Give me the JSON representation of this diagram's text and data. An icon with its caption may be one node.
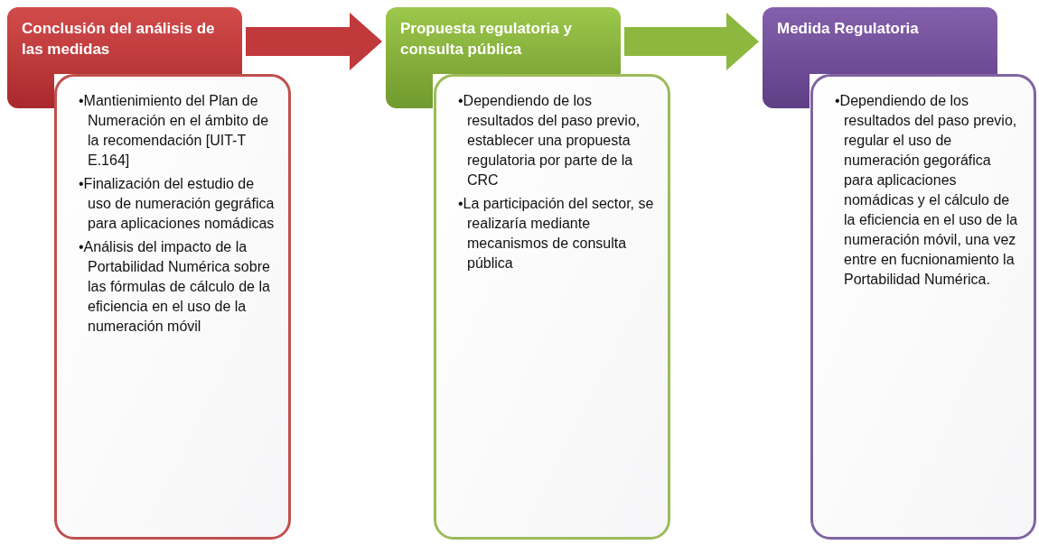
{
  "diagram": {
    "nodes": [
      {
        "text": [
          "Conclusión del análisis de las medidas"
        ]
      },
      {
        "text": [
          "•Mantienimiento del Plan de Numeración en el ámbito de la recomendación [UIT-T E.164]",
          "•Finalización del estudio de uso de numeración gegráfica para aplicaciones nomádicas",
          "•Análisis del impacto de la Portabilidad Numérica sobre las fórmulas de cálculo de la eficiencia en el uso de la numeración móvil"
        ]
      },
      {
        "text": [
          "Propuesta regulatoria y consulta pública"
        ]
      },
      {
        "text": [
          "•Dependiendo de los resultados del paso previo, establecer una propuesta regulatoria por parte de la CRC",
          "•La participación del sector, se realizaría mediante mecanismos de consulta pública"
        ]
      },
      {
        "text": [
          "Medida Regulatoria"
        ]
      },
      {
        "text": [
          "•Dependiendo de los resultados del paso previo,  regular el uso de numeración gegoráfica para aplicaciones nomádicas y el cálculo de la eficiencia en el uso de la numeración móvil, una vez entre en fucnionamiento la Portabilidad Numérica."
        ]
      }
    ],
    "edges": [
      {
        "from": 0,
        "to": 2,
        "arrow": "to",
        "color": "#c0393b"
      },
      {
        "from": 2,
        "to": 4,
        "arrow": "to",
        "color": "#8db83f"
      }
    ]
  }
}
